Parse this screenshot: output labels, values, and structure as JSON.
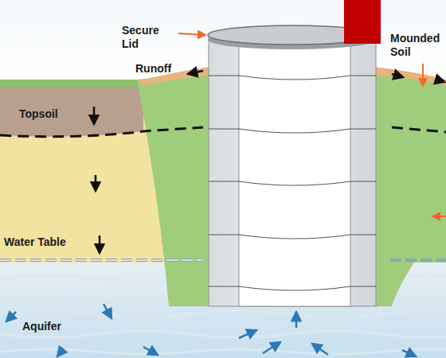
{
  "diagram": {
    "labels": [
      "Secure Lid",
      "Runoff",
      "Mounded Soil",
      "Topsoil",
      "Water Table",
      "Aquifer"
    ]
  }
}
